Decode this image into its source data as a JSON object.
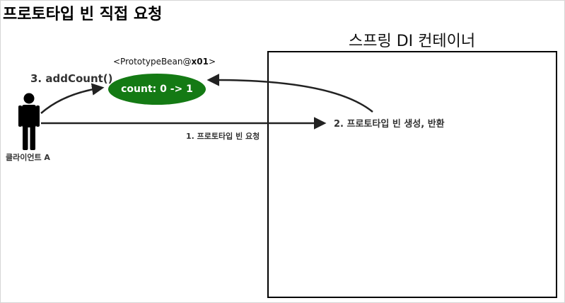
{
  "title": "프로토타입 빈 직접 요청",
  "container": {
    "label": "스프링 DI 컨테이너"
  },
  "bean": {
    "label_prefix": "<PrototypeBean@",
    "label_id": "x01",
    "label_suffix": ">",
    "text": "count: 0 -> 1",
    "color": "#147a14"
  },
  "client": {
    "label": "클라이언트 A",
    "icon": "person-icon"
  },
  "steps": {
    "request": "1. 프로토타입 빈 요청",
    "create_return": "2. 프로토타입 빈 생성, 반환",
    "add_count": "3. addCount()"
  }
}
